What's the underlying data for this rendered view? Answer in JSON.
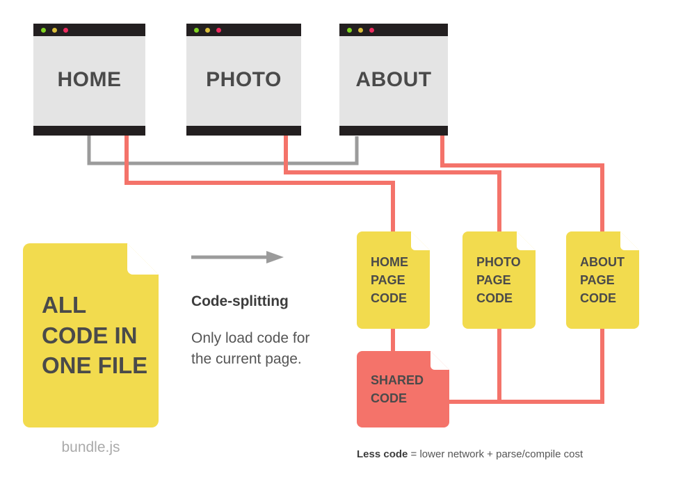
{
  "diagram": {
    "title": "Code-splitting",
    "colors": {
      "yellow": "#f2db4e",
      "salmon": "#f4736a",
      "gray_wire": "#9b9b9b",
      "dark": "#231f20",
      "text": "#4a4a4a",
      "window_body": "#e4e4e4",
      "dot_green": "#7fd321",
      "dot_yellow": "#d9be3a",
      "dot_red": "#ed2a5e"
    }
  },
  "browsers": [
    {
      "name": "home",
      "title": "HOME"
    },
    {
      "name": "photo",
      "title": "PHOTO"
    },
    {
      "name": "about",
      "title": "ABOUT"
    }
  ],
  "bundle": {
    "line1": "ALL",
    "line2": "CODE IN",
    "line3": "ONE FILE",
    "caption": "bundle.js"
  },
  "center": {
    "arrow_icon": "arrow-right-icon",
    "title": "Code-splitting",
    "description": "Only load code for the current page."
  },
  "page_cards": [
    {
      "name": "home",
      "line1": "HOME",
      "line2": "PAGE",
      "line3": "CODE"
    },
    {
      "name": "photo",
      "line1": "PHOTO",
      "line2": "PAGE",
      "line3": "CODE"
    },
    {
      "name": "about",
      "line1": "ABOUT",
      "line2": "PAGE",
      "line3": "CODE"
    }
  ],
  "shared_card": {
    "line1": "SHARED",
    "line2": "CODE"
  },
  "bottom_note": {
    "emphasis": "Less code",
    "rest": " = lower network + parse/compile cost"
  }
}
